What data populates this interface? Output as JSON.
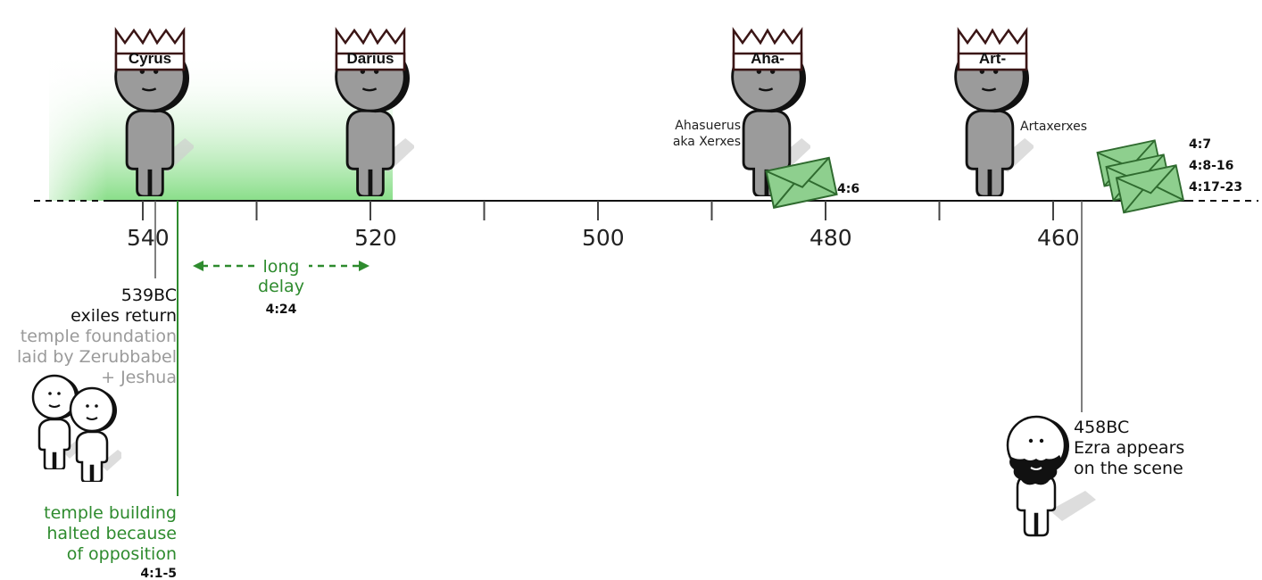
{
  "axis": {
    "ticks": [
      {
        "value": "540",
        "labeled": true
      },
      {
        "value": "530",
        "labeled": false
      },
      {
        "value": "520",
        "labeled": true
      },
      {
        "value": "510",
        "labeled": false
      },
      {
        "value": "500",
        "labeled": true
      },
      {
        "value": "490",
        "labeled": false
      },
      {
        "value": "480",
        "labeled": true
      },
      {
        "value": "470",
        "labeled": false
      },
      {
        "value": "460",
        "labeled": true
      }
    ]
  },
  "kings": {
    "cyrus": {
      "crown": "Cyrus"
    },
    "darius": {
      "crown": "Darius"
    },
    "aha": {
      "crown": "Aha-",
      "caption1": "Ahasuerus",
      "caption2": "aka Xerxes"
    },
    "art": {
      "crown": "Art-",
      "caption1": "Artaxerxes"
    }
  },
  "letters": {
    "first_ref": "4:6",
    "group_refs": [
      "4:7",
      "4:8-16",
      "4:17-23"
    ]
  },
  "delay": {
    "line1": "long",
    "line2": "delay",
    "ref": "4:24"
  },
  "event539": {
    "year": "539BC",
    "text": "exiles return",
    "grey1": "temple foundation",
    "grey2": "laid by Zerubbabel",
    "grey3": "+ Jeshua",
    "green1": "temple building",
    "green2": "halted because",
    "green3": "of opposition",
    "ref": "4:1-5"
  },
  "event458": {
    "year": "458BC",
    "line1": "Ezra appears",
    "line2": "on the scene"
  },
  "colors": {
    "green_highlight": "#7fd87f",
    "green_text": "#2e8b2e",
    "letter_fill": "#8ecf8e",
    "letter_stroke": "#2f6b2f",
    "figure_grey": "#9b9b9b",
    "crown_stroke": "#4a1f1f"
  }
}
